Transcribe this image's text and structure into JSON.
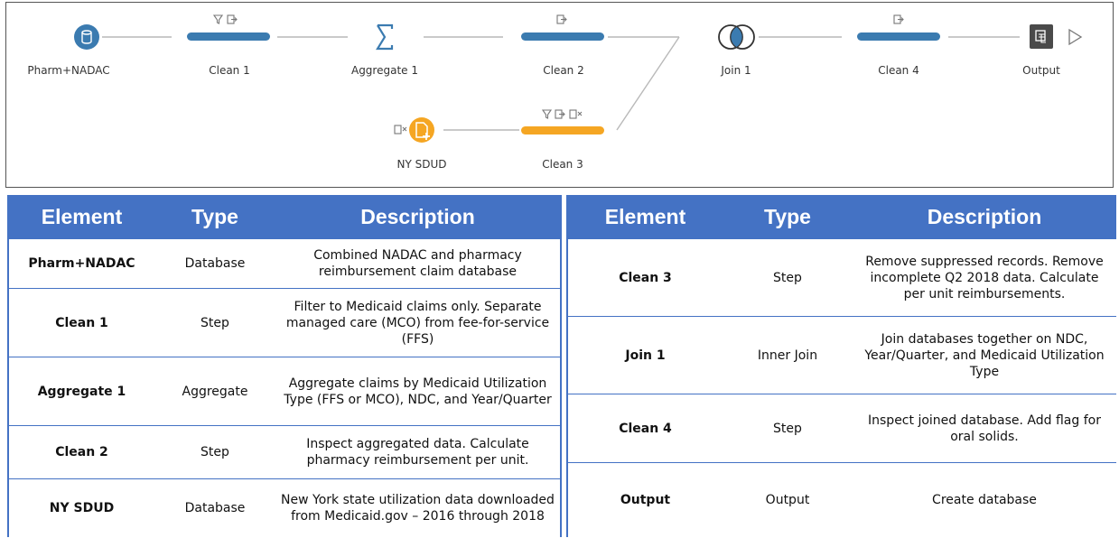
{
  "flow": {
    "nodes": [
      {
        "id": "pharm",
        "label": "Pharm+NADAC",
        "kind": "database"
      },
      {
        "id": "clean1",
        "label": "Clean 1",
        "kind": "clean"
      },
      {
        "id": "agg1",
        "label": "Aggregate 1",
        "kind": "aggregate"
      },
      {
        "id": "clean2",
        "label": "Clean 2",
        "kind": "clean"
      },
      {
        "id": "join1",
        "label": "Join 1",
        "kind": "join"
      },
      {
        "id": "clean4",
        "label": "Clean 4",
        "kind": "clean"
      },
      {
        "id": "output",
        "label": "Output",
        "kind": "output"
      },
      {
        "id": "nysdud",
        "label": "NY SDUD",
        "kind": "input-file"
      },
      {
        "id": "clean3",
        "label": "Clean 3",
        "kind": "clean"
      }
    ],
    "colors": {
      "blue": "#3b7bb0",
      "orange": "#f5a623",
      "line": "#b9b9b9",
      "icon": "#777777",
      "output": "#4a4a4a"
    }
  },
  "table_left": {
    "headers": [
      "Element",
      "Type",
      "Description"
    ],
    "rows": [
      {
        "element": "Pharm+NADAC",
        "type": "Database",
        "description": "Combined NADAC and pharmacy reimbursement claim database"
      },
      {
        "element": "Clean 1",
        "type": "Step",
        "description": "Filter to Medicaid claims only. Separate managed care (MCO) from fee-for-service (FFS)"
      },
      {
        "element": "Aggregate 1",
        "type": "Aggregate",
        "description": "Aggregate claims by Medicaid Utilization Type (FFS or MCO), NDC, and Year/Quarter"
      },
      {
        "element": "Clean 2",
        "type": "Step",
        "description": "Inspect aggregated data. Calculate pharmacy reimbursement per unit."
      },
      {
        "element": "NY SDUD",
        "type": "Database",
        "description": "New York state utilization data downloaded from Medicaid.gov – 2016 through 2018"
      }
    ]
  },
  "table_right": {
    "headers": [
      "Element",
      "Type",
      "Description"
    ],
    "rows": [
      {
        "element": "Clean 3",
        "type": "Step",
        "description": "Remove suppressed records. Remove incomplete Q2 2018 data. Calculate per unit reimbursements."
      },
      {
        "element": "Join 1",
        "type": "Inner Join",
        "description": "Join databases together on NDC, Year/Quarter, and Medicaid Utilization Type"
      },
      {
        "element": "Clean 4",
        "type": "Step",
        "description": "Inspect joined database.  Add flag for oral solids."
      },
      {
        "element": "Output",
        "type": "Output",
        "description": "Create database"
      }
    ]
  }
}
